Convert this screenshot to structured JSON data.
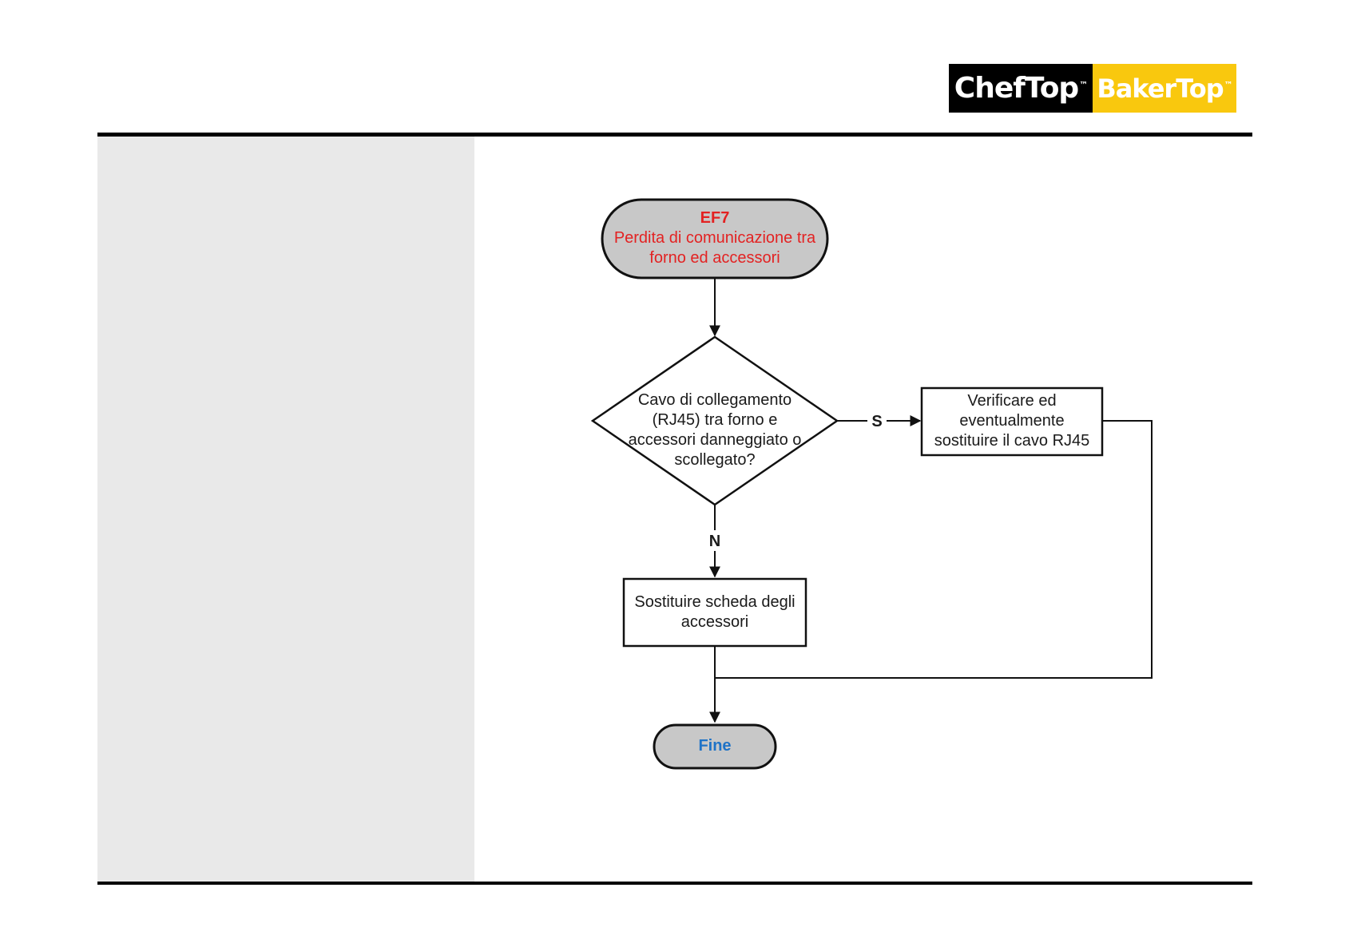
{
  "logo": {
    "left_text": "ChefTop",
    "right_text": "BakerTop",
    "tm": "™",
    "left_bg": "#000000",
    "right_bg": "#f9c80e"
  },
  "flowchart": {
    "start": {
      "code": "EF7",
      "line1": "Perdita di comunicazione tra",
      "line2": "forno ed accessori"
    },
    "decision": {
      "line1": "Cavo di collegamento",
      "line2": "(RJ45) tra forno e",
      "line3": "accessori danneggiato o",
      "line4": "scollegato?"
    },
    "yes_label": "S",
    "no_label": "N",
    "action_yes": {
      "line1": "Verificare ed",
      "line2": "eventualmente",
      "line3": "sostituire il cavo RJ45"
    },
    "action_no": {
      "line1": "Sostituire scheda degli",
      "line2": "accessori"
    },
    "end": {
      "label": "Fine"
    }
  },
  "colors": {
    "terminal_fill": "#c8c8c8",
    "start_text": "#e32222",
    "end_text": "#1f73c7"
  }
}
